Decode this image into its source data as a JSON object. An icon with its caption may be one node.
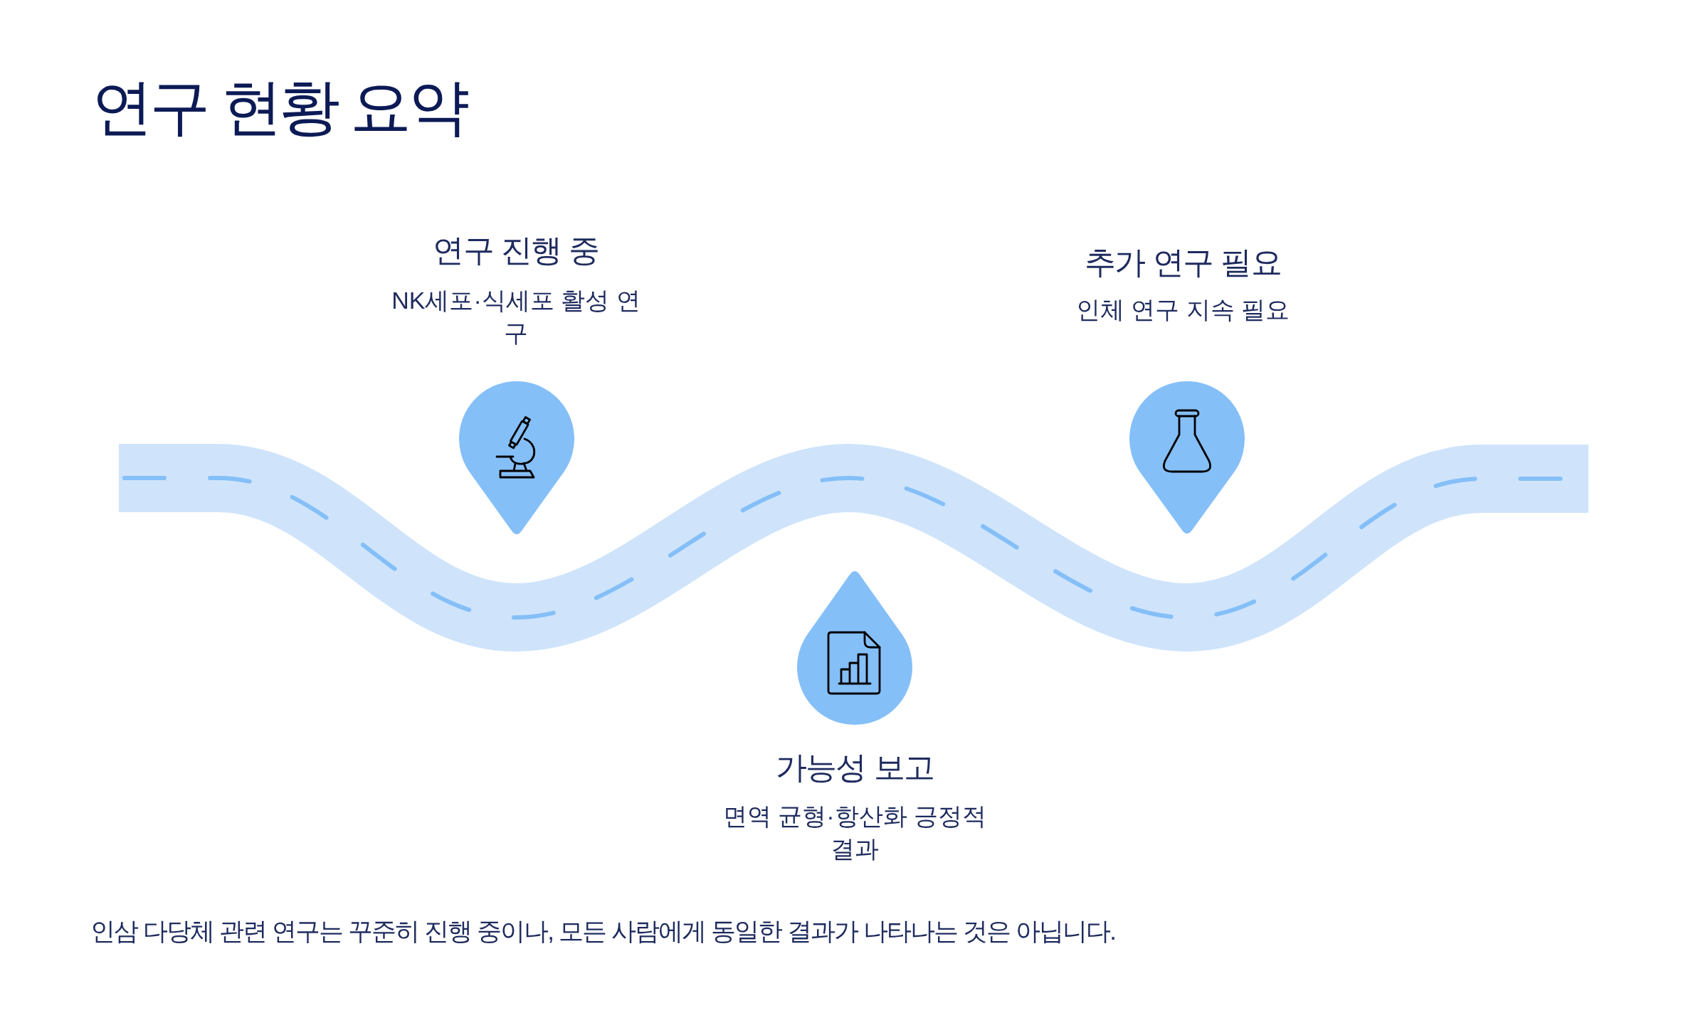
{
  "diagram": {
    "title": "연구 현황 요약",
    "nodes": [
      {
        "text": [
          "연구 진행 중",
          "NK세포·식세포 활성 연구"
        ]
      },
      {
        "text": [
          "가능성 보고",
          "면역 균형·항산화 긍정적 결과"
        ]
      },
      {
        "text": [
          "추가 연구 필요",
          "인체 연구 지속 필요"
        ]
      }
    ],
    "caption": "인삼 다당체 관련 연구는 꾸준히 진행 중이나, 모든 사람에게 동일한 결과가 나타나는 것은 아닙니다."
  }
}
